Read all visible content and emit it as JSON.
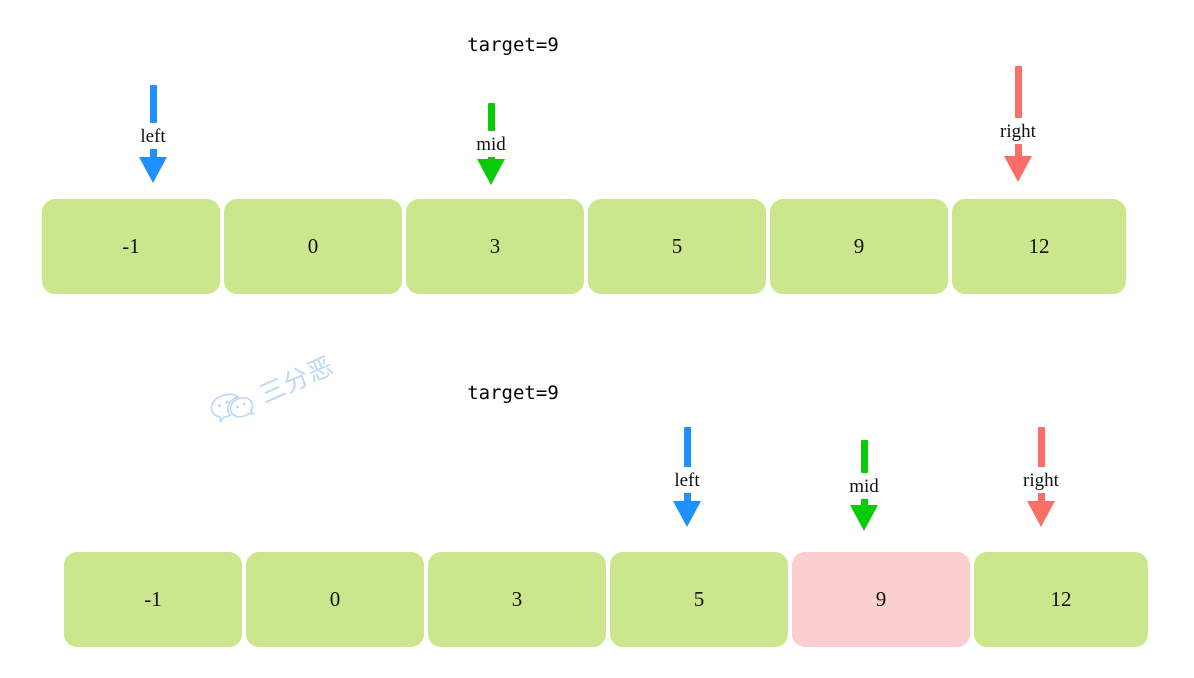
{
  "diagram": {
    "kind": "binary-search-steps",
    "colors": {
      "cell_normal": "#cbe68c",
      "cell_highlight": "#fbcfcf",
      "pointer_left": "#1e90ff",
      "pointer_mid": "#09cc09",
      "pointer_right": "#fa6e68",
      "text": "#111111",
      "watermark": "#bcd8f5",
      "background": "#ffffff"
    }
  },
  "steps": [
    {
      "title": "target=9",
      "array": [
        {
          "value": "-1",
          "state": "normal"
        },
        {
          "value": "0",
          "state": "normal"
        },
        {
          "value": "3",
          "state": "normal"
        },
        {
          "value": "5",
          "state": "normal"
        },
        {
          "value": "9",
          "state": "normal"
        },
        {
          "value": "12",
          "state": "normal"
        }
      ],
      "pointers": [
        {
          "label": "left",
          "color": "left",
          "index": 0
        },
        {
          "label": "mid",
          "color": "mid",
          "index": 2
        },
        {
          "label": "right",
          "color": "right",
          "index": 5
        }
      ]
    },
    {
      "title": "target=9",
      "array": [
        {
          "value": "-1",
          "state": "normal"
        },
        {
          "value": "0",
          "state": "normal"
        },
        {
          "value": "3",
          "state": "normal"
        },
        {
          "value": "5",
          "state": "normal"
        },
        {
          "value": "9",
          "state": "highlight"
        },
        {
          "value": "12",
          "state": "normal"
        }
      ],
      "pointers": [
        {
          "label": "left",
          "color": "left",
          "index": 3
        },
        {
          "label": "mid",
          "color": "mid",
          "index": 4
        },
        {
          "label": "right",
          "color": "right",
          "index": 5
        }
      ]
    }
  ],
  "watermark": {
    "icon": "wechat-icon",
    "text": "三分恶"
  }
}
